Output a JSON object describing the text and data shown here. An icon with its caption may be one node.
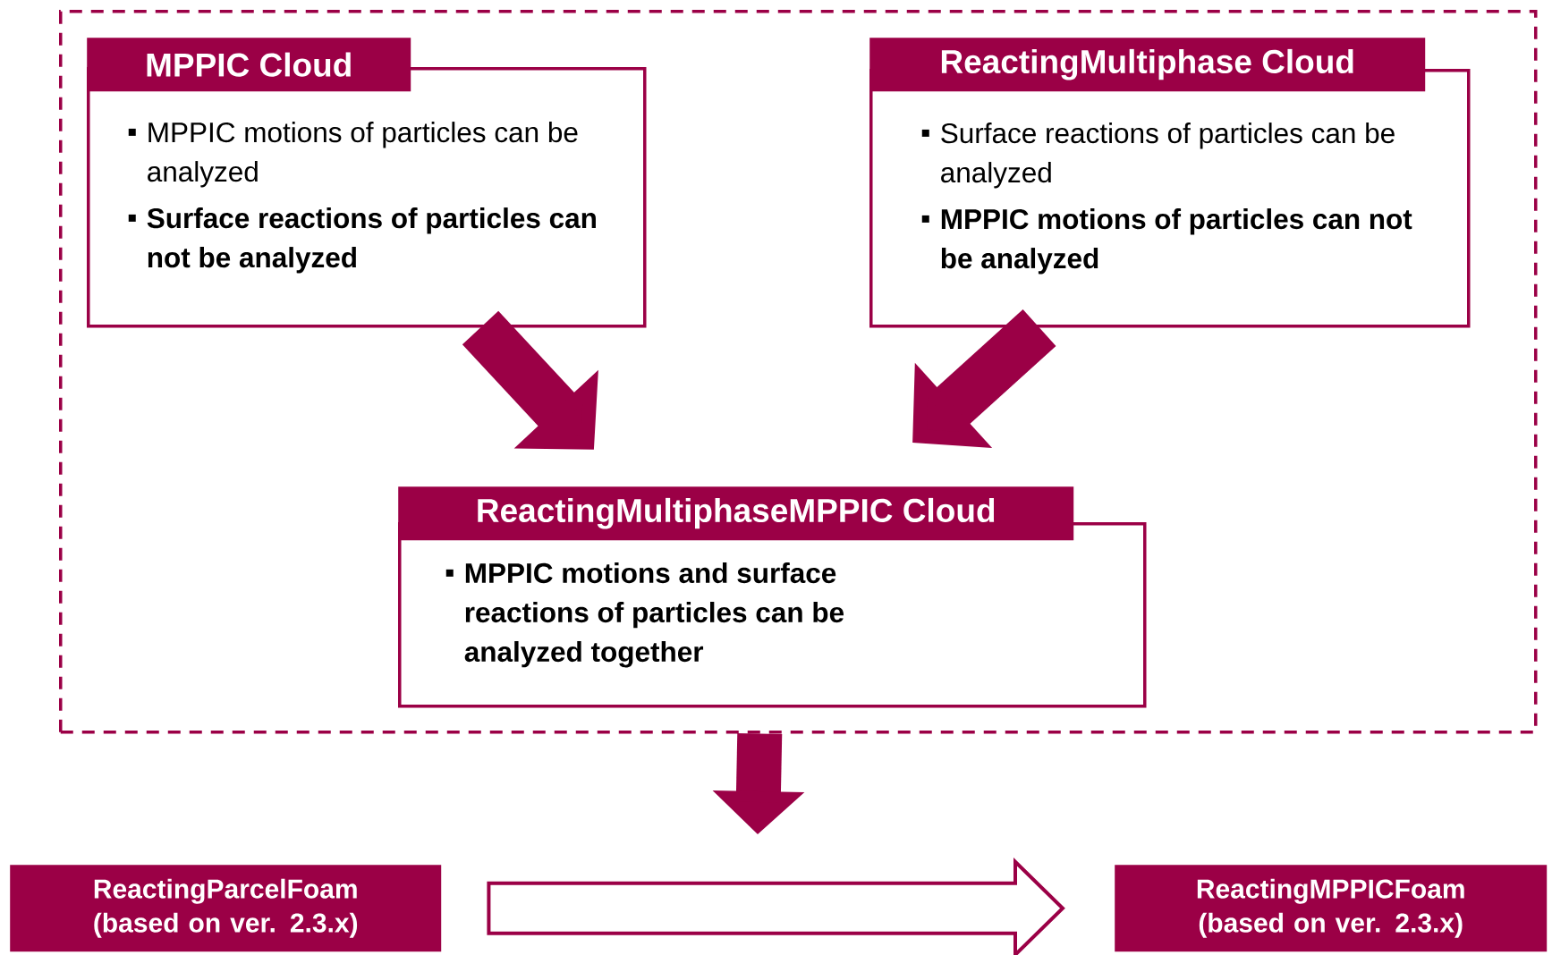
{
  "diagram": {
    "nodes": [
      {
        "text": [],
        "shape": "box"
      },
      {
        "text": [
          "MPPIC Cloud",
          "MPPIC motions of particles can be analyzed",
          "**Surface reactions of particles can not be analyzed**"
        ],
        "in": 0
      },
      {
        "text": [
          "ReactingMultiphase Cloud",
          "Surface reactions of particles can be analyzed",
          "**MPPIC motions of particles can not be analyzed**"
        ],
        "in": 0
      },
      {
        "text": [
          "ReactingMultiphaseMPPIC Cloud",
          "**MPPIC motions and surface reactions of particles can be analyzed together**"
        ],
        "in": 0
      },
      {
        "text": [
          "ReactingParcelFoam (based on ver. 2.3.x)"
        ]
      },
      {
        "text": [
          "ReactingMPPICFoam (based on ver. 2.3.x)"
        ]
      }
    ],
    "edges": [
      {
        "from": 1,
        "to": 3,
        "arrow": "to"
      },
      {
        "from": 2,
        "to": 3,
        "arrow": "to"
      },
      {
        "from": 0,
        "to": null,
        "arrow": "to"
      },
      {
        "from": 4,
        "to": 5,
        "arrow": "to"
      }
    ]
  }
}
